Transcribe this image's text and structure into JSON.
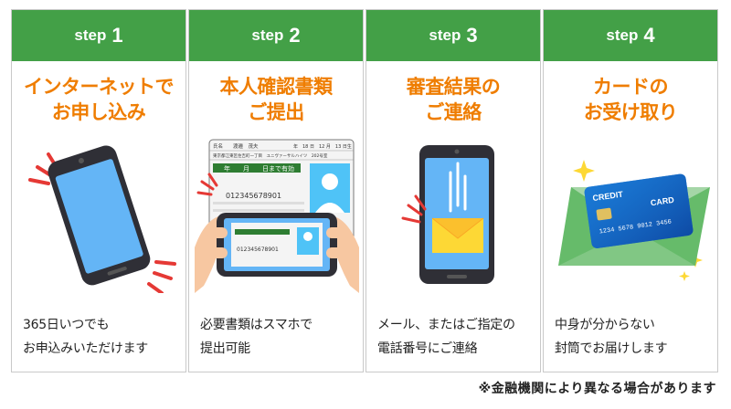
{
  "steps": [
    {
      "step_word": "step",
      "step_number": "1",
      "title_lines": [
        "インターネットで",
        "お申し込み"
      ],
      "desc_lines": [
        "365日いつでも",
        "お申込みいただけます"
      ]
    },
    {
      "step_word": "step",
      "step_number": "2",
      "title_lines": [
        "本人確認書類",
        "ご提出"
      ],
      "desc_lines": [
        "必要書類はスマホで",
        "提出可能"
      ],
      "license": {
        "row1": "氏名　　渡邉　茂夫",
        "row1_date": "年　18 日　12 月　13 日生",
        "row2": "東京都江東区住吉町一丁目　ユニヴァーサルハイツ　202号室",
        "expiry": "年　　月　　日まで有効",
        "number": "012345678901",
        "number_phone": "012345678901"
      }
    },
    {
      "step_word": "step",
      "step_number": "3",
      "title_lines": [
        "審査結果の",
        "ご連絡"
      ],
      "desc_lines": [
        "メール、またはご指定の",
        "電話番号にご連絡"
      ]
    },
    {
      "step_word": "step",
      "step_number": "4",
      "title_lines": [
        "カードの",
        "お受け取り"
      ],
      "desc_lines": [
        "中身が分からない",
        "封筒でお届けします"
      ],
      "card_text": {
        "credit": "CREDIT",
        "card": "CARD",
        "number": "1234  5678  9012  3456"
      }
    }
  ],
  "footnote": "※金融機関により異なる場合があります",
  "colors": {
    "header_green": "#43a047",
    "title_orange": "#ef7d00",
    "accent_red": "#e53935"
  }
}
